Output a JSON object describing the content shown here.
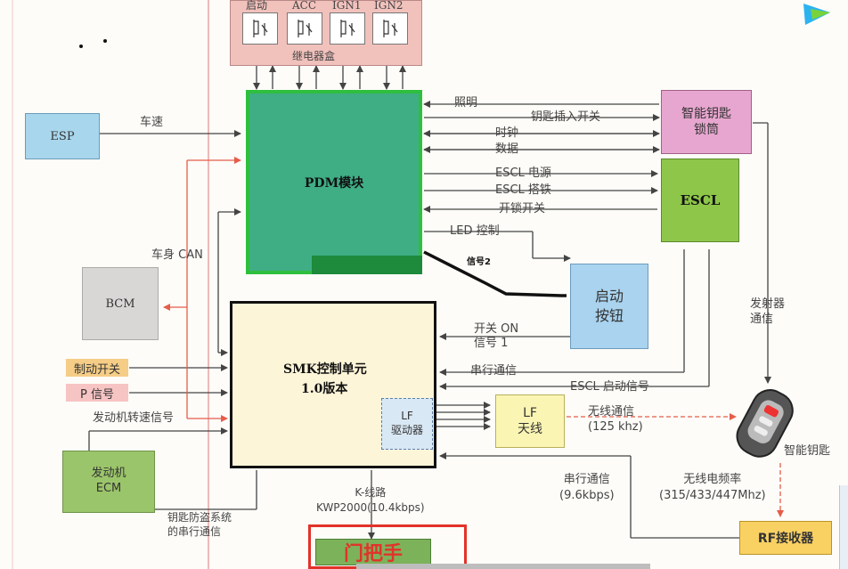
{
  "relay_box": {
    "title": "继电器盒",
    "relays": [
      "启动",
      "ACC",
      "IGN1",
      "IGN2"
    ]
  },
  "pdm": {
    "label": "PDM模块"
  },
  "smk": {
    "line1": "SMK控制单元",
    "line2": "1.0版本",
    "lf_driver": "LF\n驱动器"
  },
  "modules": {
    "esp": "ESP",
    "bcm": "BCM",
    "engine_ecm": "发动机\nECM",
    "smart_key_cylinder": "智能钥匙\n锁筒",
    "escl": "ESCL",
    "start_button": "启动\n按钮",
    "lf_antenna": "LF\n天线",
    "rf_receiver": "RF接收器",
    "smart_key": "智能钥匙",
    "door_handle": "门把手"
  },
  "inputs": {
    "brake_switch": "制动开关",
    "p_signal": "P 信号"
  },
  "signals": {
    "vehicle_speed": "车速",
    "body_can": "车身 CAN",
    "engine_speed": "发动机转速信号",
    "immobilizer_serial": "钥匙防盗系统\n的串行通信",
    "k_line": "K-线路\nKWP2000(10.4kbps)",
    "lighting": "照明",
    "key_insert_switch": "钥匙插入开关",
    "clock": "时钟",
    "data": "数据",
    "escl_power": "ESCL 电源",
    "escl_ground": "ESCL 搭铁",
    "unlock_switch": "开锁开关",
    "led_control": "LED 控制",
    "signal2": "信号2",
    "switch_on_signal1": "开关 ON\n信号 1",
    "serial_comm": "串行通信",
    "escl_start_signal": "ESCL 启动信号",
    "wireless_comm": "无线通信\n(125 khz)",
    "serial_comm_96": "串行通信\n(9.6kbps)",
    "transmitter_comm": "发射器\n通信",
    "wireless_freq": "无线电频率\n(315/433/447Mhz)"
  },
  "colors": {
    "pdm_fill": "#3fae85",
    "pdm_border": "#2fbf3f",
    "esp_fill": "#a8d6ec",
    "smk_fill": "#fdf5d8",
    "smart_key_cyl_fill": "#e7a6cf",
    "escl_fill": "#8ec64a",
    "start_btn_fill": "#a9d3ee",
    "lf_ant_fill": "#fbf5b4",
    "rf_fill": "#f9d162",
    "relay_fill": "#f1c1bc",
    "brake_fill": "#f5cd87",
    "p_fill": "#f7c4c4",
    "gray_fill": "#d9d6d6",
    "ecm_fill": "#9bc56a",
    "door_fill": "#7cb25a",
    "red_line": "#e65c4a"
  }
}
